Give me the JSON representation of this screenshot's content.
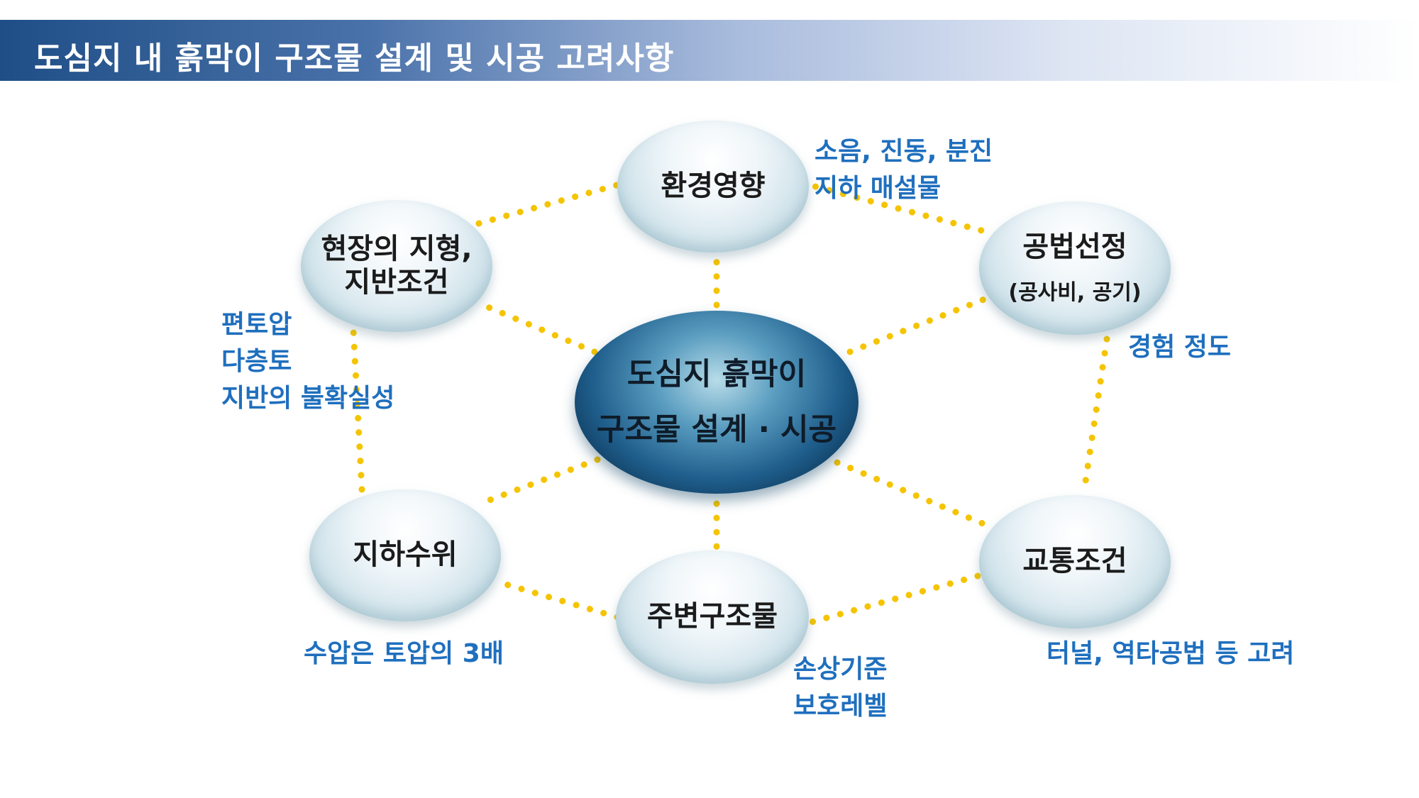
{
  "header": {
    "title": "도심지 내 흙막이 구조물 설계 및 시공 고려사항"
  },
  "center": {
    "line1": "도심지 흙막이",
    "line2": "구조물 설계 · 시공"
  },
  "nodes": {
    "environment": {
      "label": "환경영향"
    },
    "site": {
      "label": "현장의 지형,\n지반조건"
    },
    "method": {
      "label": "공법선정",
      "sub": "(공사비, 공기)"
    },
    "groundwater": {
      "label": "지하수위"
    },
    "adjacent": {
      "label": "주변구조물"
    },
    "traffic": {
      "label": "교통조건"
    }
  },
  "notes": {
    "environment": [
      "소음, 진동, 분진",
      "지하 매설물"
    ],
    "site": [
      "편토압",
      "다층토",
      "지반의 불확실성"
    ],
    "method": [
      "경험 정도"
    ],
    "groundwater": [
      "수압은 토압의 3배"
    ],
    "adjacent": [
      "손상기준",
      "보호레벨"
    ],
    "traffic": [
      "터널, 역타공법 등 고려"
    ]
  },
  "colors": {
    "dots": "#f5c400",
    "note_text": "#1f6fbe",
    "header_dark": "#1f4e86"
  }
}
